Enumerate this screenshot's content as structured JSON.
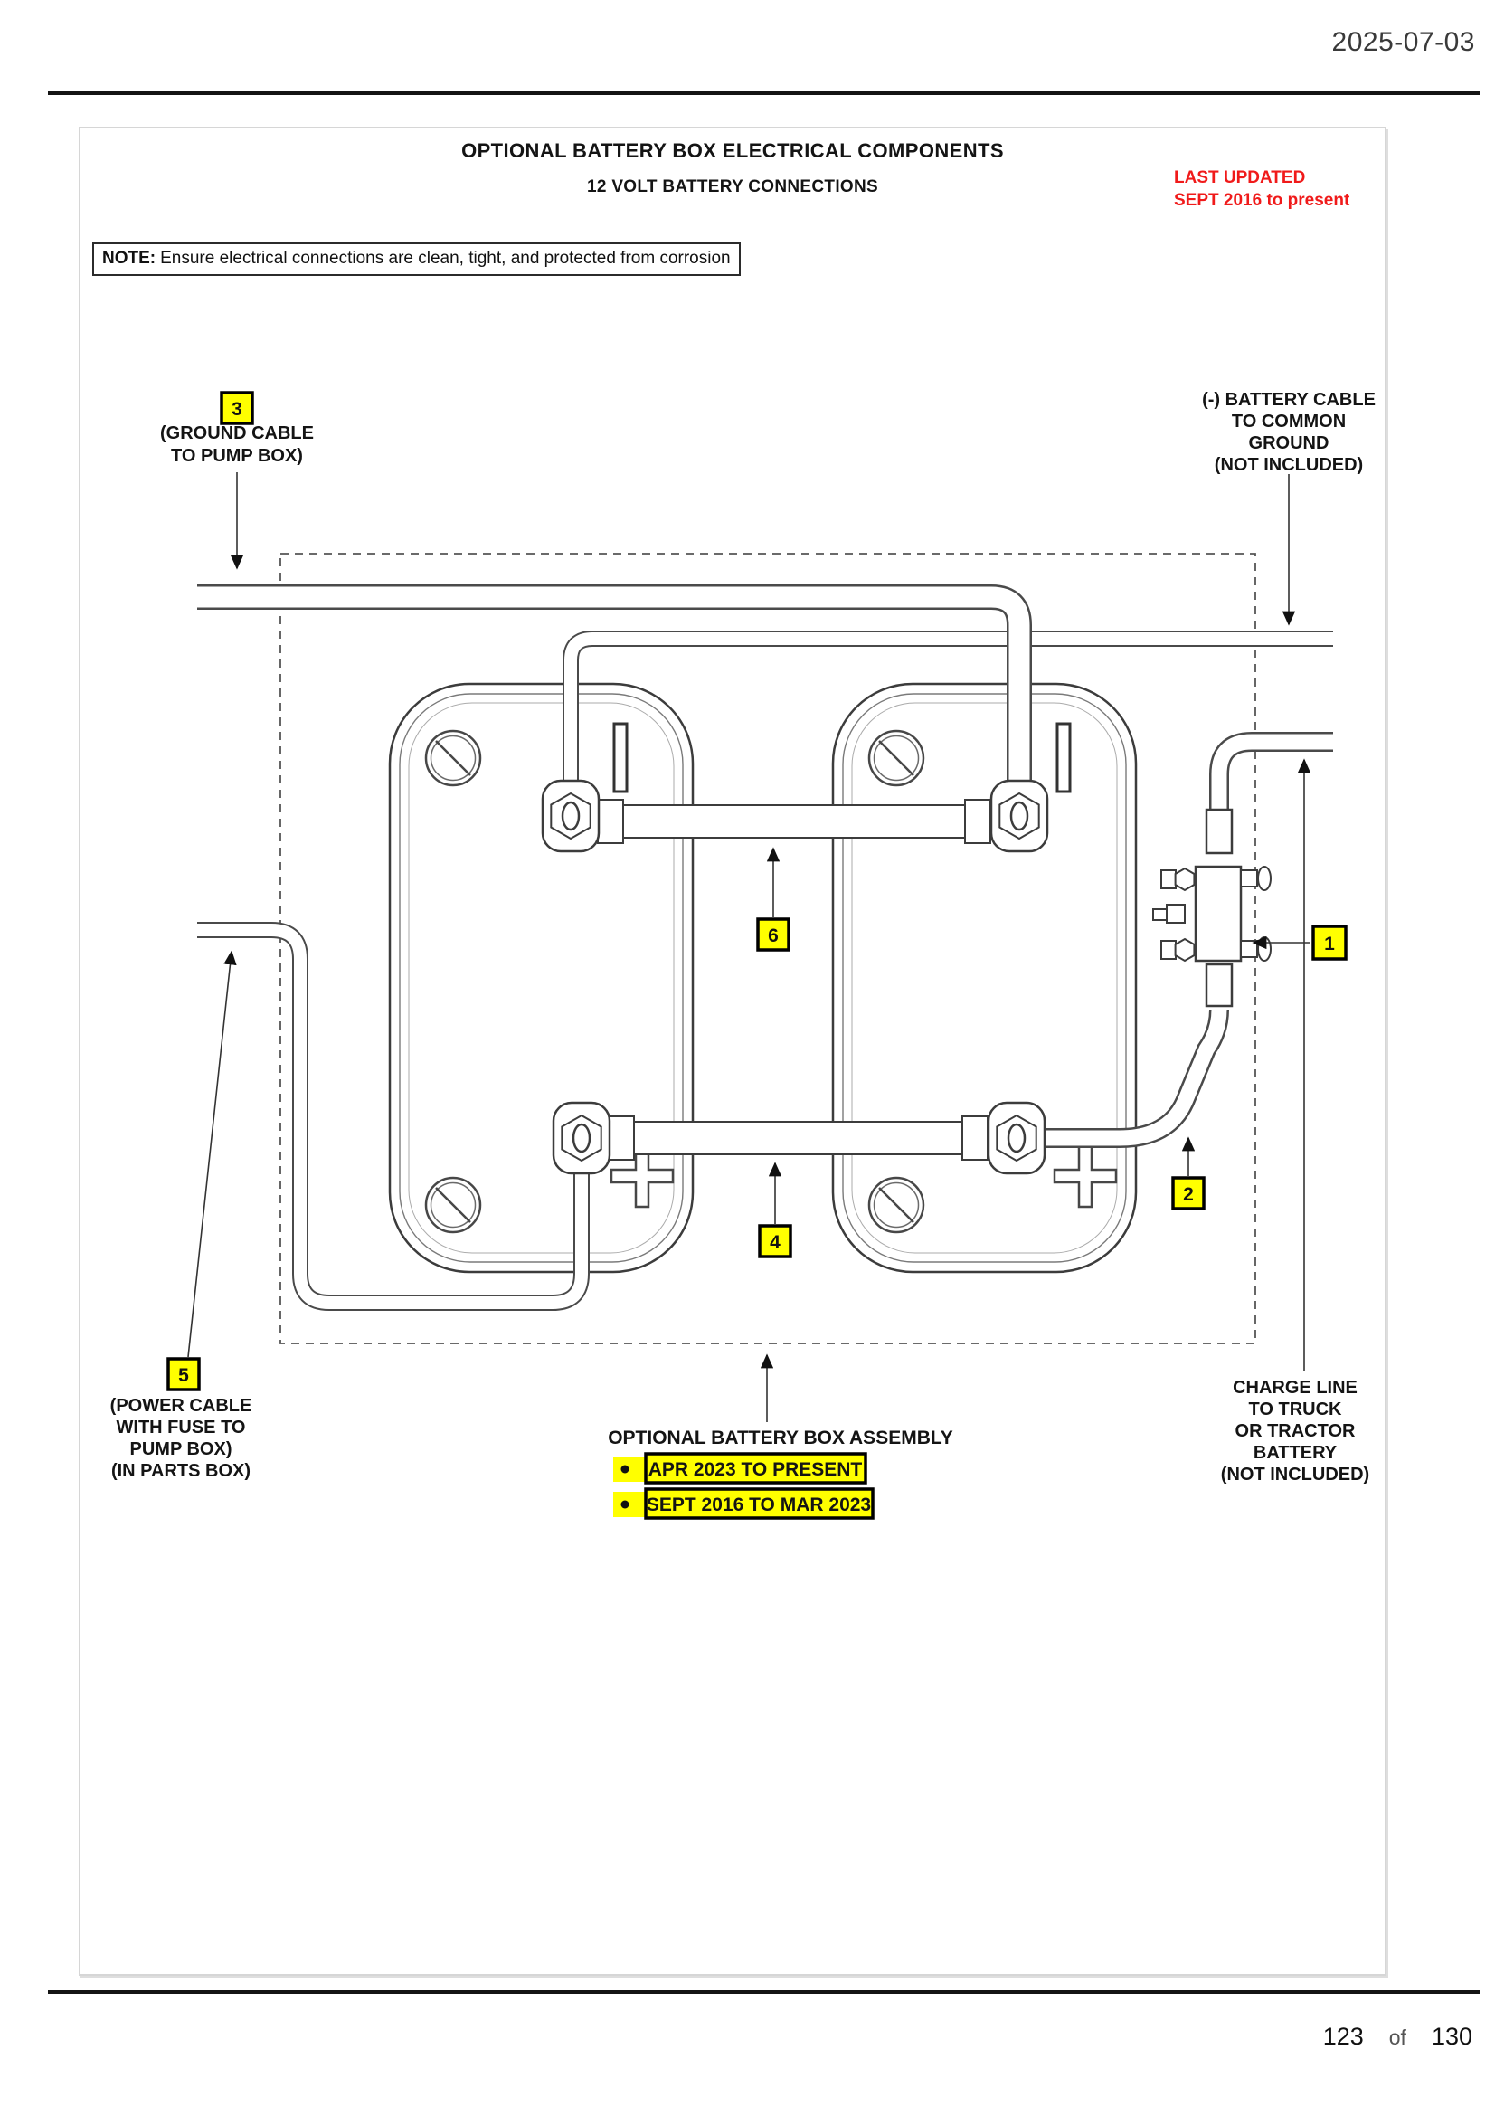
{
  "header": {
    "date": "2025-07-03"
  },
  "sheet": {
    "title": "OPTIONAL BATTERY BOX ELECTRICAL COMPONENTS",
    "subtitle": "12 VOLT BATTERY CONNECTIONS",
    "last_updated": {
      "line1": "LAST UPDATED",
      "line2": "SEPT 2016 to present"
    },
    "note": {
      "label": "NOTE:",
      "text": "Ensure electrical connections are clean, tight, and protected from corrosion"
    }
  },
  "diagram": {
    "callouts": {
      "c1": "1",
      "c2": "2",
      "c3": "3",
      "c4": "4",
      "c5": "5",
      "c6": "6"
    },
    "ground_cable_label": {
      "lines": [
        "(GROUND CABLE",
        "TO PUMP BOX)"
      ]
    },
    "neg_battery_cable_label": {
      "lines": [
        "(-) BATTERY CABLE",
        "TO COMMON",
        "GROUND",
        "(NOT INCLUDED)"
      ]
    },
    "power_cable_label": {
      "lines": [
        "(POWER CABLE",
        "WITH FUSE TO",
        "PUMP BOX)",
        "(IN PARTS BOX)"
      ]
    },
    "charge_line_label": {
      "lines": [
        "CHARGE LINE",
        "TO TRUCK",
        "OR TRACTOR",
        "BATTERY",
        "(NOT INCLUDED)"
      ]
    },
    "assembly_label": {
      "title": "OPTIONAL BATTERY BOX ASSEMBLY",
      "items": [
        "APR 2023 TO PRESENT",
        "SEPT 2016 TO MAR 2023"
      ]
    },
    "colors": {
      "highlight": "#ffff00",
      "updated_red": "#f01a1a"
    }
  },
  "footer": {
    "page": "123",
    "of": "of",
    "total": "130"
  }
}
